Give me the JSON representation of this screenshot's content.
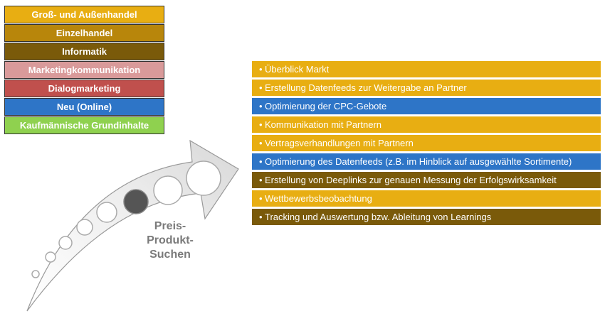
{
  "legend": [
    {
      "label": "Groß- und Außenhandel",
      "color": "#E8AE12"
    },
    {
      "label": "Einzelhandel",
      "color": "#B8860B"
    },
    {
      "label": "Informatik",
      "color": "#7A5A0A"
    },
    {
      "label": "Marketingkommunikation",
      "color": "#D99A9A"
    },
    {
      "label": "Dialogmarketing",
      "color": "#C0504D"
    },
    {
      "label": "Neu (Online)",
      "color": "#2E75C7"
    },
    {
      "label": "Kaufmännische Grundinhalte",
      "color": "#8FD14F"
    }
  ],
  "tasks": [
    {
      "text": "Überblick Markt",
      "color": "#E8AE12"
    },
    {
      "text": "Erstellung Datenfeeds zur Weitergabe an Partner",
      "color": "#E8AE12"
    },
    {
      "text": "Optimierung der CPC-Gebote",
      "color": "#2E75C7"
    },
    {
      "text": "Kommunikation mit Partnern",
      "color": "#E8AE12"
    },
    {
      "text": "Vertragsverhandlungen mit Partnern",
      "color": "#E8AE12"
    },
    {
      "text": "Optimierung des Datenfeeds (z.B. im Hinblick auf ausgewählte Sortimente)",
      "color": "#2E75C7"
    },
    {
      "text": "Erstellung von Deeplinks zur genauen Messung der Erfolgswirksamkeit",
      "color": "#7A5A0A"
    },
    {
      "text": "Wettbewerbsbeobachtung",
      "color": "#E8AE12"
    },
    {
      "text": "Tracking und Auswertung bzw. Ableitung von Learnings",
      "color": "#7A5A0A"
    }
  ],
  "bullet": "•",
  "step_label": "Preis-\nProdukt-\nSuchen",
  "highlight_color": "#555555"
}
